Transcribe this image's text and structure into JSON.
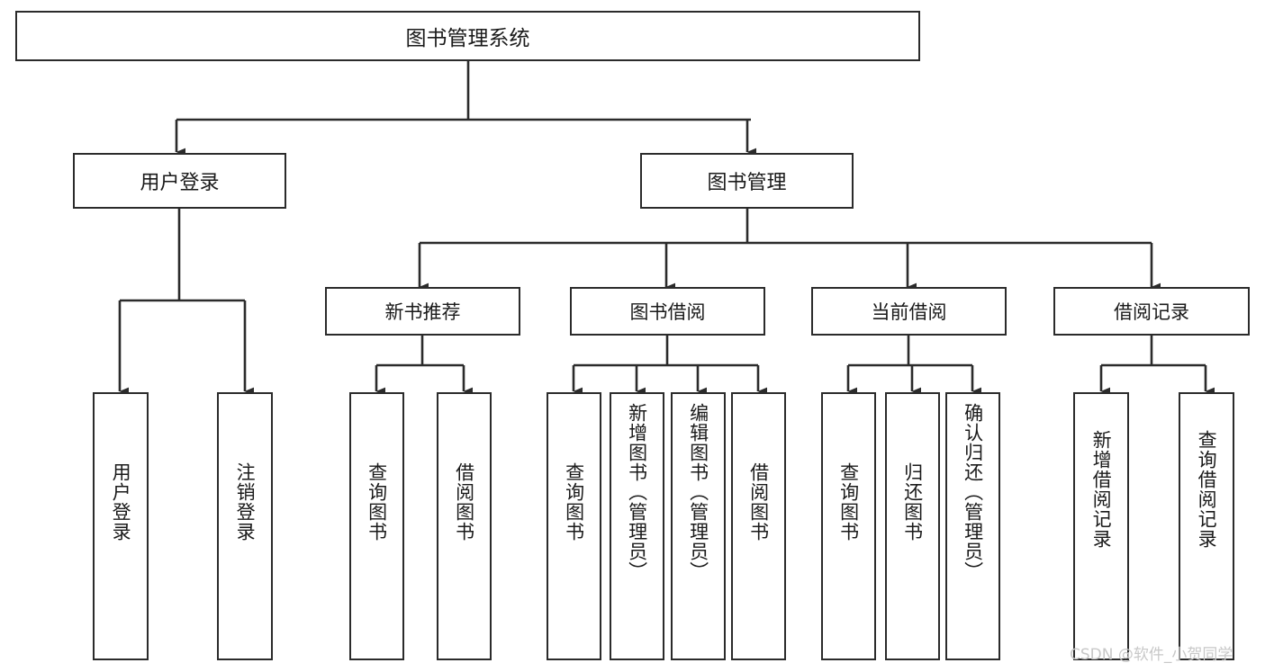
{
  "diagram": {
    "title": "图书管理系统",
    "type": "tree-hierarchy",
    "root": "图书管理系统",
    "level2": {
      "user_login": "用户登录",
      "book_manage": "图书管理"
    },
    "level3": {
      "new_book_recommend": "新书推荐",
      "book_borrow": "图书借阅",
      "current_borrow": "当前借阅",
      "borrow_record": "借阅记录"
    },
    "leaves": {
      "user_login_children": [
        "用户登录",
        "注销登录"
      ],
      "new_book_recommend_children": [
        "查询图书",
        "借阅图书"
      ],
      "book_borrow_children": [
        "查询图书",
        "新增图书（管理员）",
        "编辑图书（管理员）",
        "借阅图书"
      ],
      "current_borrow_children": [
        "查询图书",
        "归还图书",
        "确认归还（管理员）"
      ],
      "borrow_record_children": [
        "新增借阅记录",
        "查询借阅记录"
      ]
    }
  },
  "watermark": {
    "text": "CSDN @软件_小贺同学"
  },
  "colors": {
    "stroke": "#2b2b2b",
    "background": "#ffffff",
    "text": "#1a1a1a",
    "watermark": "#c8c8c8"
  }
}
